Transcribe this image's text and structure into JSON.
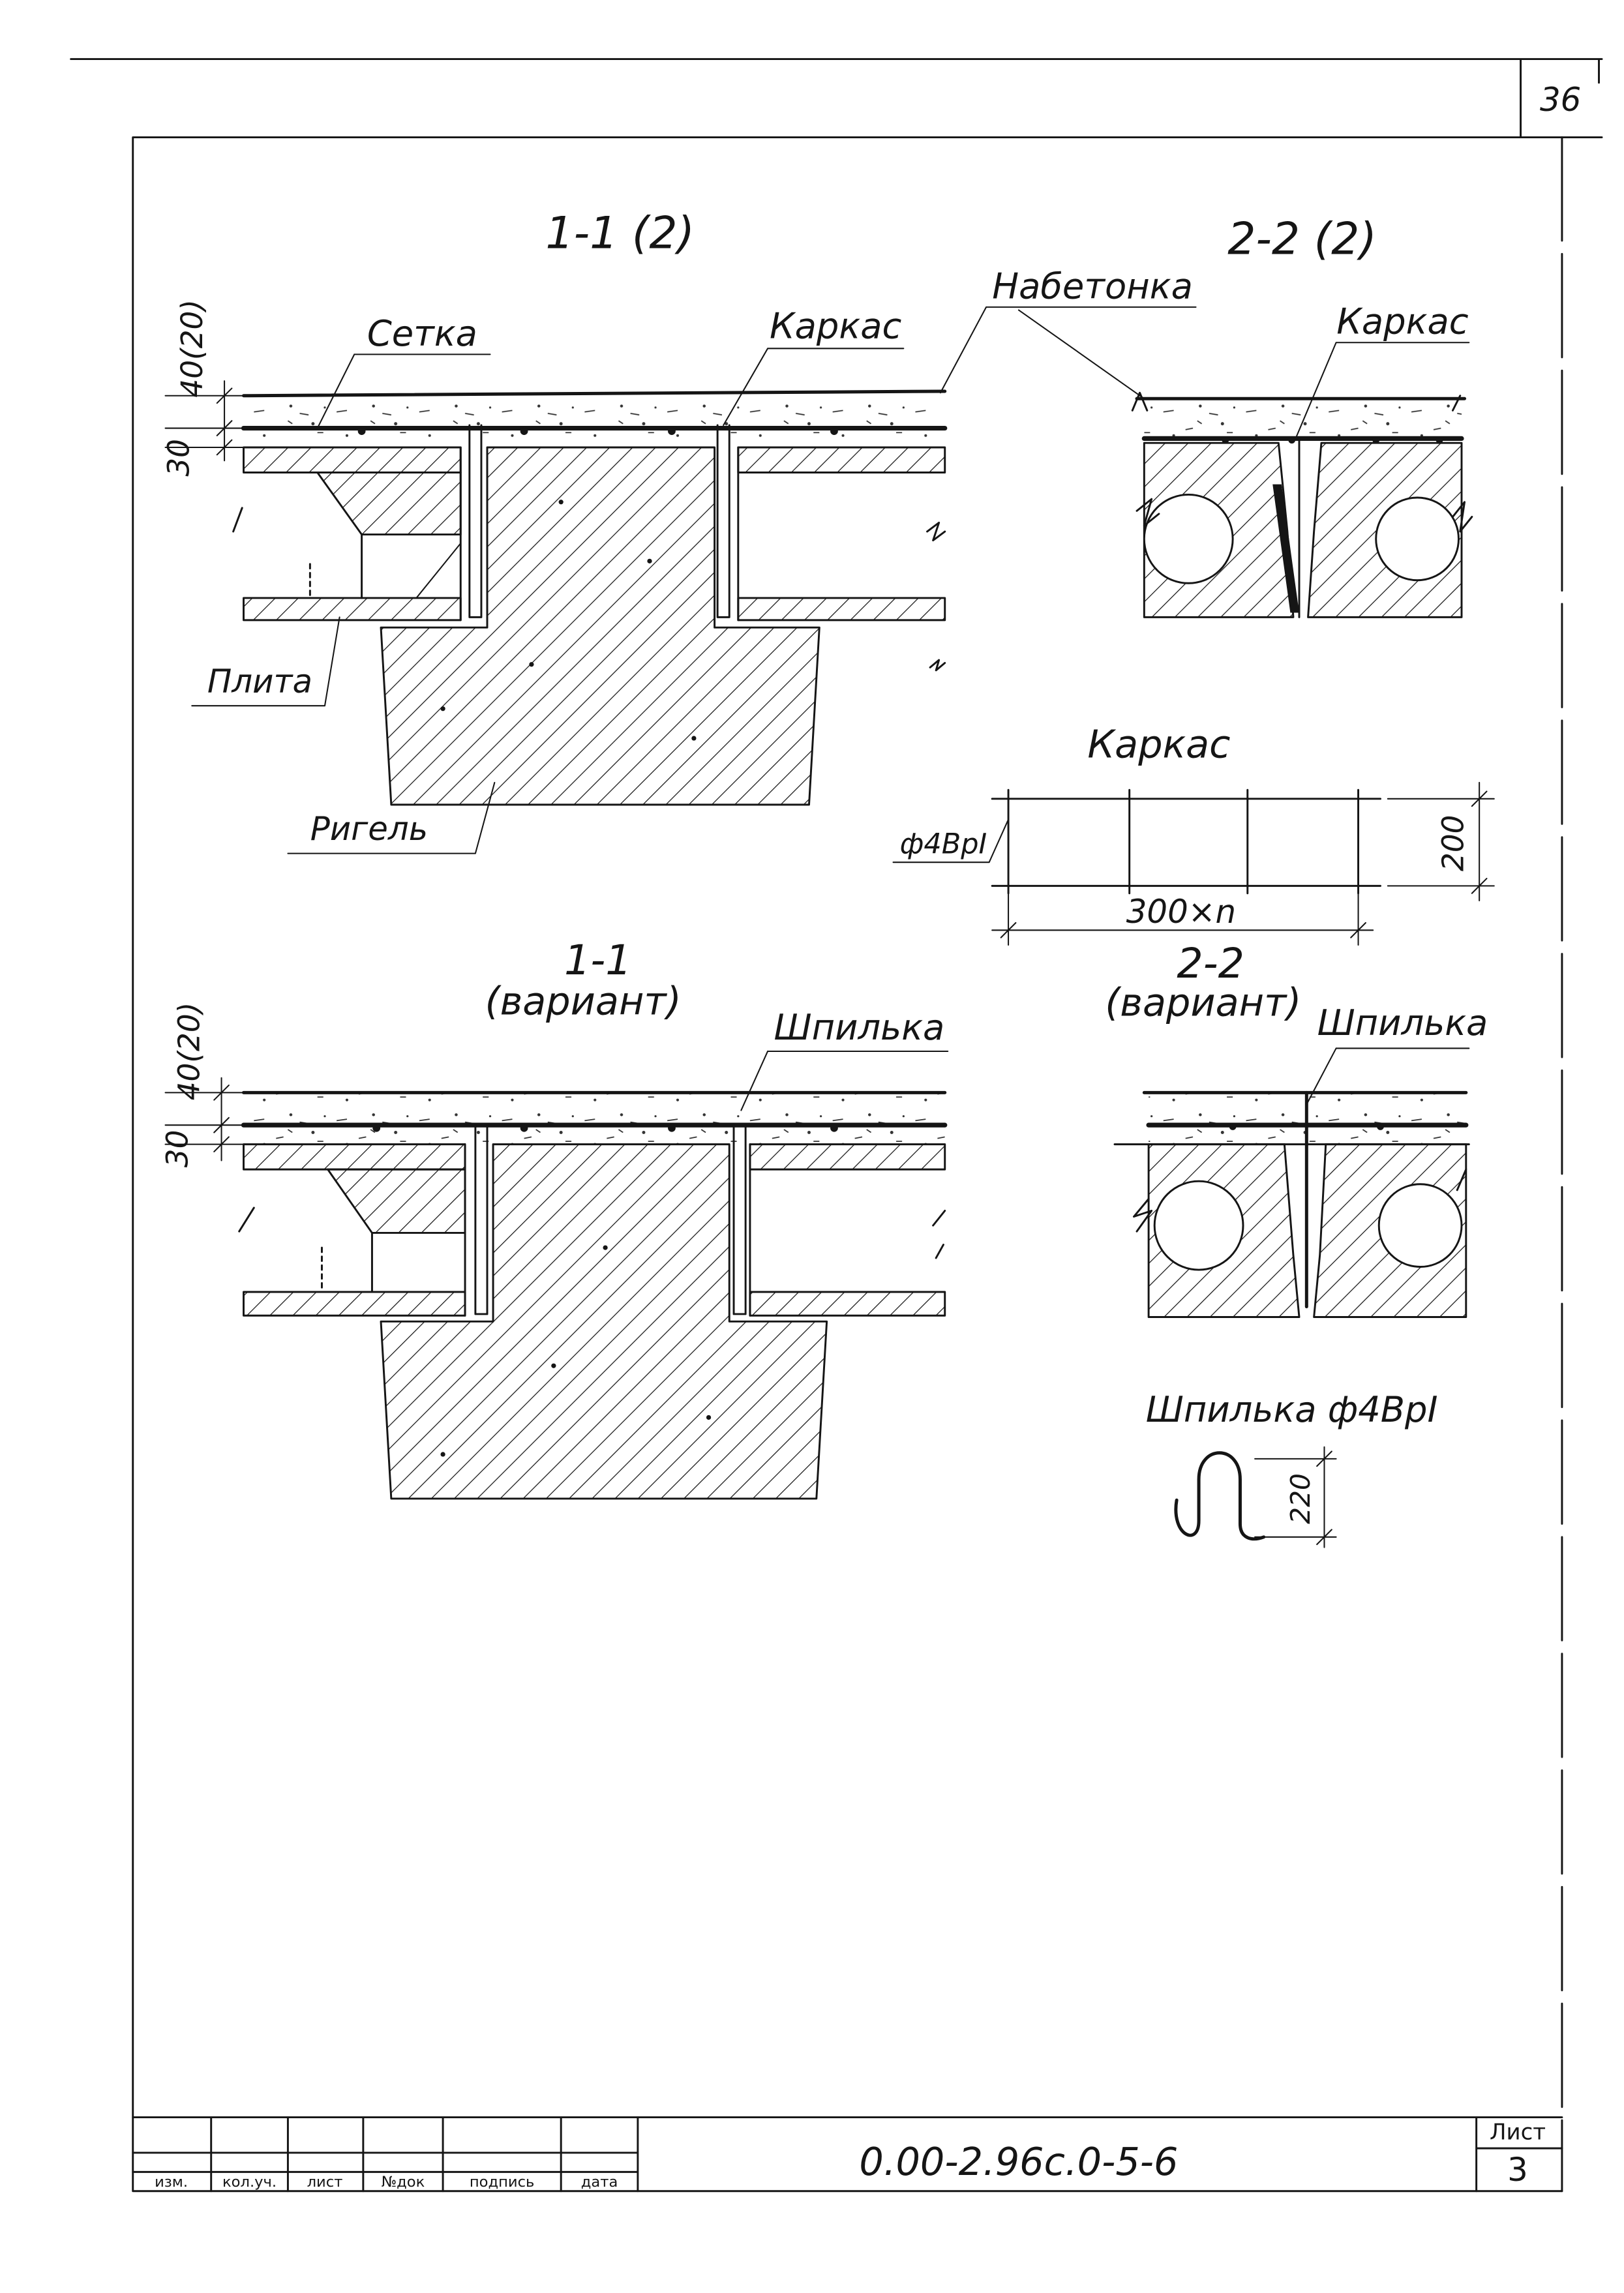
{
  "sheet": {
    "page_number": "36",
    "document_code": "0.00-2.96с.0-5-6",
    "sheet_label": "Лист",
    "sheet_number": "3"
  },
  "title_block": {
    "col_change": "изм.",
    "col_qty": "кол.уч.",
    "col_sheet": "лист",
    "col_doc": "№док",
    "col_signature": "подпись",
    "col_date": "дата"
  },
  "section_1_1_main": {
    "title": "1-1 (2)",
    "dim_topping": "40(20)",
    "dim_slab": "30",
    "label_mesh": "Сетка",
    "label_frame": "Каркас",
    "label_topping": "Набетонка",
    "label_slab": "Плита",
    "label_beam": "Ригель"
  },
  "section_2_2_main": {
    "title": "2-2 (2)",
    "label_frame": "Каркас"
  },
  "frame_detail": {
    "title": "Каркас",
    "rebar": "ф4ВрI",
    "height_dim": "200",
    "length_dim": "300×n"
  },
  "section_1_1_variant": {
    "title": "1-1",
    "subtitle": "(вариант)",
    "dim_topping": "40(20)",
    "dim_slab": "30",
    "label_pin": "Шпилька"
  },
  "section_2_2_variant": {
    "title": "2-2",
    "subtitle": "(вариант)",
    "label_pin": "Шпилька"
  },
  "pin_detail": {
    "title": "Шпилька ф4ВрI",
    "height_dim": "220"
  }
}
